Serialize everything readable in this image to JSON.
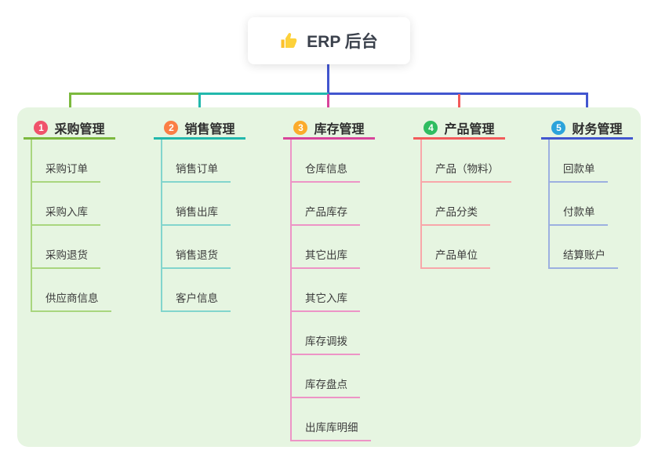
{
  "root": {
    "title": "ERP 后台",
    "icon": "thumbs-up-icon",
    "icon_color": "#fbc02d",
    "stem_color": "#4256cf"
  },
  "panel": {
    "background": "#e6f5e1"
  },
  "branches": [
    {
      "number": "1",
      "label": "采购管理",
      "badge_color": "#f0536b",
      "line_color": "#7cb93e",
      "child_line_color": "#a9d67e",
      "children": [
        "采购订单",
        "采购入库",
        "采购退货",
        "供应商信息"
      ]
    },
    {
      "number": "2",
      "label": "销售管理",
      "badge_color": "#fb7e45",
      "line_color": "#22b8ac",
      "child_line_color": "#82d5cd",
      "children": [
        "销售订单",
        "销售出库",
        "销售退货",
        "客户信息"
      ]
    },
    {
      "number": "3",
      "label": "库存管理",
      "badge_color": "#fbab2c",
      "line_color": "#d8449b",
      "child_line_color": "#ed94c6",
      "children": [
        "仓库信息",
        "产品库存",
        "其它出库",
        "其它入库",
        "库存调拨",
        "库存盘点",
        "出库库明细"
      ]
    },
    {
      "number": "4",
      "label": "产品管理",
      "badge_color": "#2fbd60",
      "line_color": "#f25b5b",
      "child_line_color": "#f8a7aa",
      "children": [
        "产品（物料）",
        "产品分类",
        "产品单位"
      ]
    },
    {
      "number": "5",
      "label": "财务管理",
      "badge_color": "#2ba3db",
      "line_color": "#4256cf",
      "child_line_color": "#9cb0e0",
      "children": [
        "回款单",
        "付款单",
        "结算账户"
      ]
    }
  ]
}
